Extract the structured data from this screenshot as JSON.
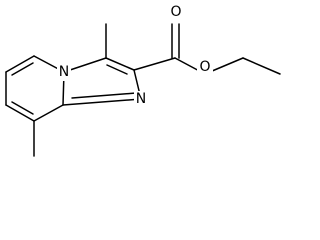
{
  "colors": {
    "bond": "#000000",
    "background": "#ffffff"
  },
  "atoms": {
    "n_bridge": "N",
    "n_ring": "N",
    "o_carbonyl": "O",
    "o_ester": "O"
  }
}
